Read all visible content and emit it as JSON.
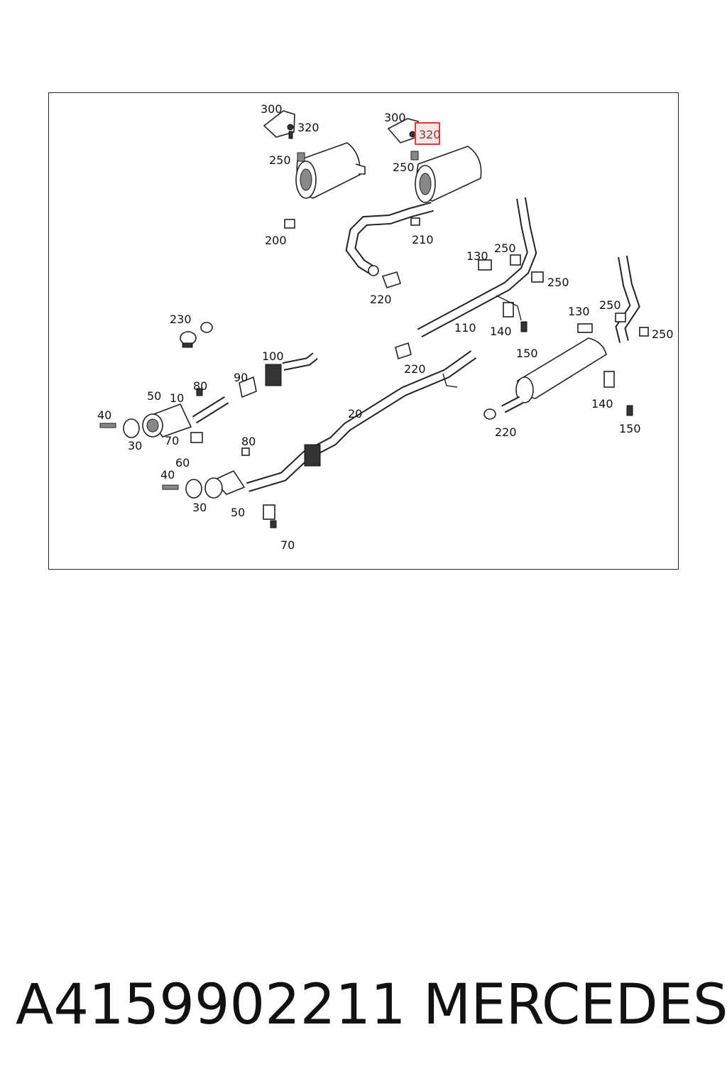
{
  "diagram": {
    "labels": [
      {
        "id": "l300a",
        "text": "300"
      },
      {
        "id": "l320a",
        "text": "320"
      },
      {
        "id": "l250a",
        "text": "250"
      },
      {
        "id": "l200",
        "text": "200"
      },
      {
        "id": "l300b",
        "text": "300"
      },
      {
        "id": "l320b",
        "text": "320"
      },
      {
        "id": "l250b",
        "text": "250"
      },
      {
        "id": "l210",
        "text": "210"
      },
      {
        "id": "l220a",
        "text": "220"
      },
      {
        "id": "l230",
        "text": "230"
      },
      {
        "id": "l130a",
        "text": "130"
      },
      {
        "id": "l250c",
        "text": "250"
      },
      {
        "id": "l250d",
        "text": "250"
      },
      {
        "id": "l110",
        "text": "110"
      },
      {
        "id": "l140a",
        "text": "140"
      },
      {
        "id": "l150a",
        "text": "150"
      },
      {
        "id": "l220b",
        "text": "220"
      },
      {
        "id": "l130b",
        "text": "130"
      },
      {
        "id": "l250e",
        "text": "250"
      },
      {
        "id": "l250f",
        "text": "250"
      },
      {
        "id": "l100",
        "text": "100"
      },
      {
        "id": "l90",
        "text": "90"
      },
      {
        "id": "l80a",
        "text": "80"
      },
      {
        "id": "l50a",
        "text": "50"
      },
      {
        "id": "l10",
        "text": "10"
      },
      {
        "id": "l40a",
        "text": "40"
      },
      {
        "id": "l30a",
        "text": "30"
      },
      {
        "id": "l70a",
        "text": "70"
      },
      {
        "id": "l60",
        "text": "60"
      },
      {
        "id": "l20",
        "text": "20"
      },
      {
        "id": "l80b",
        "text": "80"
      },
      {
        "id": "l40b",
        "text": "40"
      },
      {
        "id": "l30b",
        "text": "30"
      },
      {
        "id": "l50b",
        "text": "50"
      },
      {
        "id": "l70b",
        "text": "70"
      },
      {
        "id": "l140b",
        "text": "140"
      },
      {
        "id": "l150b",
        "text": "150"
      },
      {
        "id": "l220c",
        "text": "220"
      }
    ],
    "highlighted_label": "320",
    "highlight_color": "#e23b3b"
  },
  "caption": {
    "part_number": "A4159902211",
    "brand": "MERCEDES"
  }
}
